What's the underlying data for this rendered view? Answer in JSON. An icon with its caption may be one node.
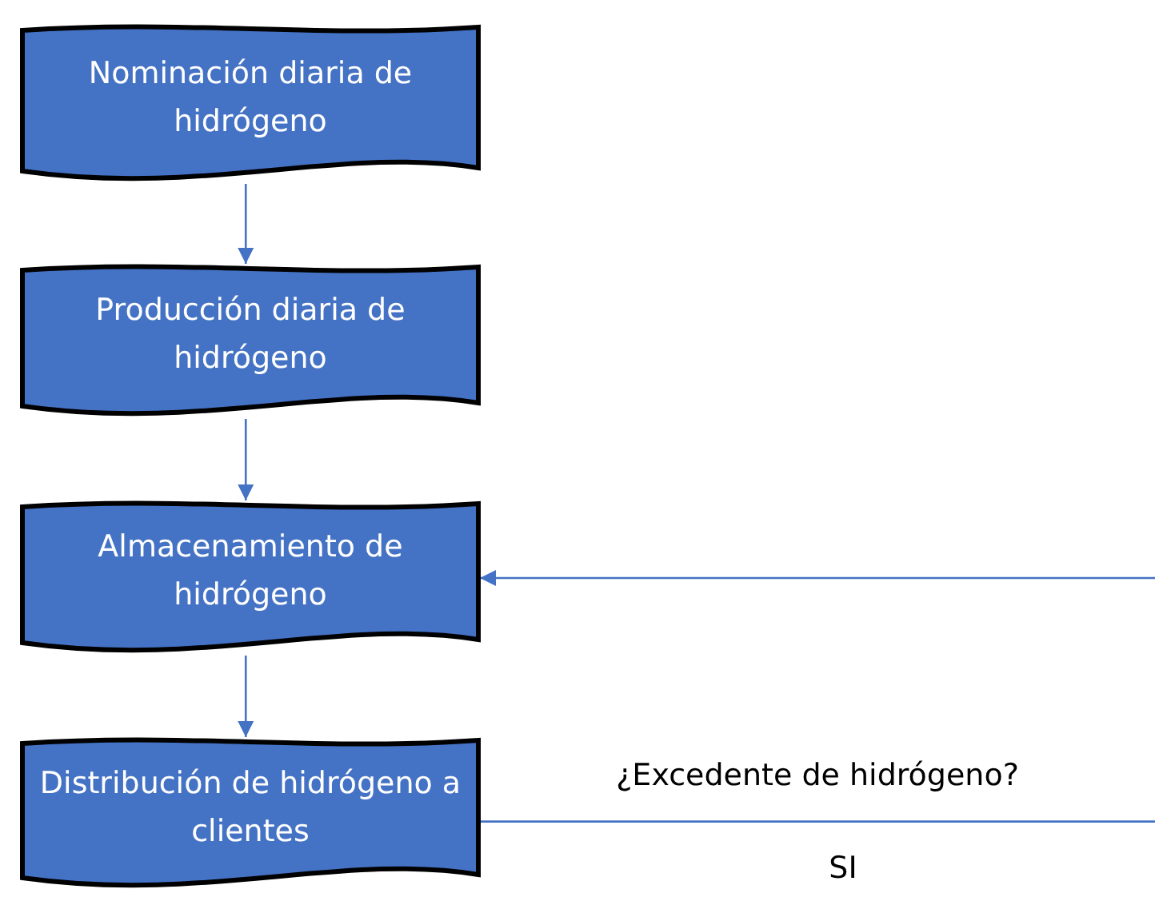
{
  "diagram": {
    "nodes": [
      {
        "text": [
          "Nominación diaria de hidrógeno"
        ]
      },
      {
        "text": [
          "Producción diaria de hidrógeno"
        ]
      },
      {
        "text": [
          "Almacenamiento de hidrógeno"
        ]
      },
      {
        "text": [
          "Distribución de hidrógeno a clientes"
        ]
      }
    ],
    "edges": [
      {
        "from": 0,
        "to": 1,
        "arrow": "to"
      },
      {
        "from": 1,
        "to": 2,
        "arrow": "to"
      },
      {
        "from": 2,
        "to": 3,
        "arrow": "to"
      },
      {
        "from": null,
        "to": 2,
        "arrow": "to"
      },
      {
        "from": 3,
        "to": null,
        "arrow": "none",
        "label": "¿Excedente de hidrógeno?"
      }
    ],
    "labels": [
      "SI"
    ]
  }
}
